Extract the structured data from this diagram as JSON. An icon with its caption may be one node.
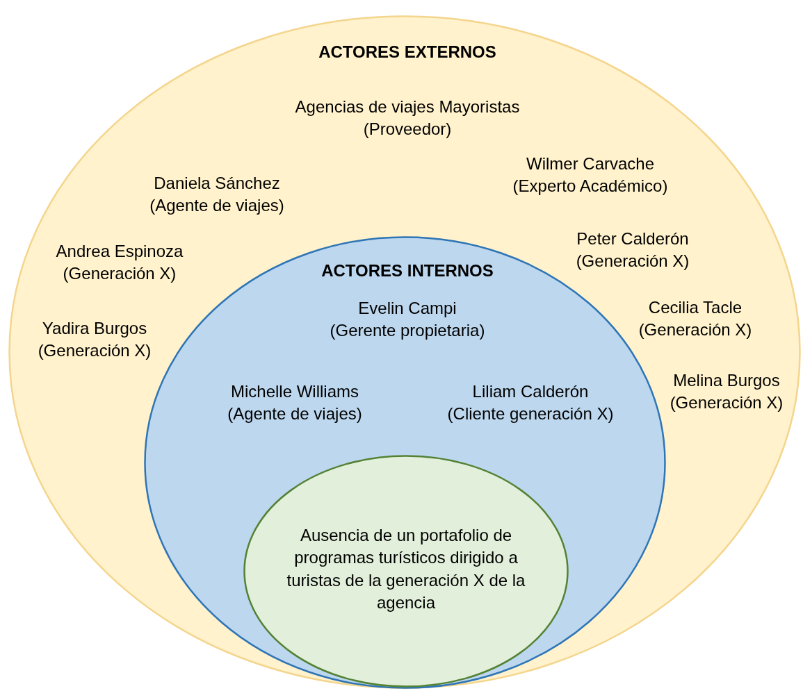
{
  "diagram": {
    "nodes": [
      {
        "text": [
          "ACTORES EXTERNOS",
          "Agencias de viajes Mayoristas (Proveedor)",
          "Daniela Sánchez (Agente de viajes)",
          "Wilmer Carvache (Experto Académico)",
          "Andrea Espinoza (Generación X)",
          "Peter Calderón (Generación X)",
          "Yadira Burgos (Generación X)",
          "Cecilia Tacle (Generación X)",
          "Melina Burgos (Generación X)"
        ]
      },
      {
        "text": [
          "ACTORES INTERNOS",
          "Evelin Campi (Gerente propietaria)",
          "Michelle Williams (Agente de viajes)",
          "Liliam Calderón (Cliente generación X)"
        ],
        "in": 0
      },
      {
        "text": [
          "Ausencia de un portafolio de programas turísticos dirigido a turistas de la generación X de la agencia"
        ],
        "in": 1
      }
    ]
  }
}
